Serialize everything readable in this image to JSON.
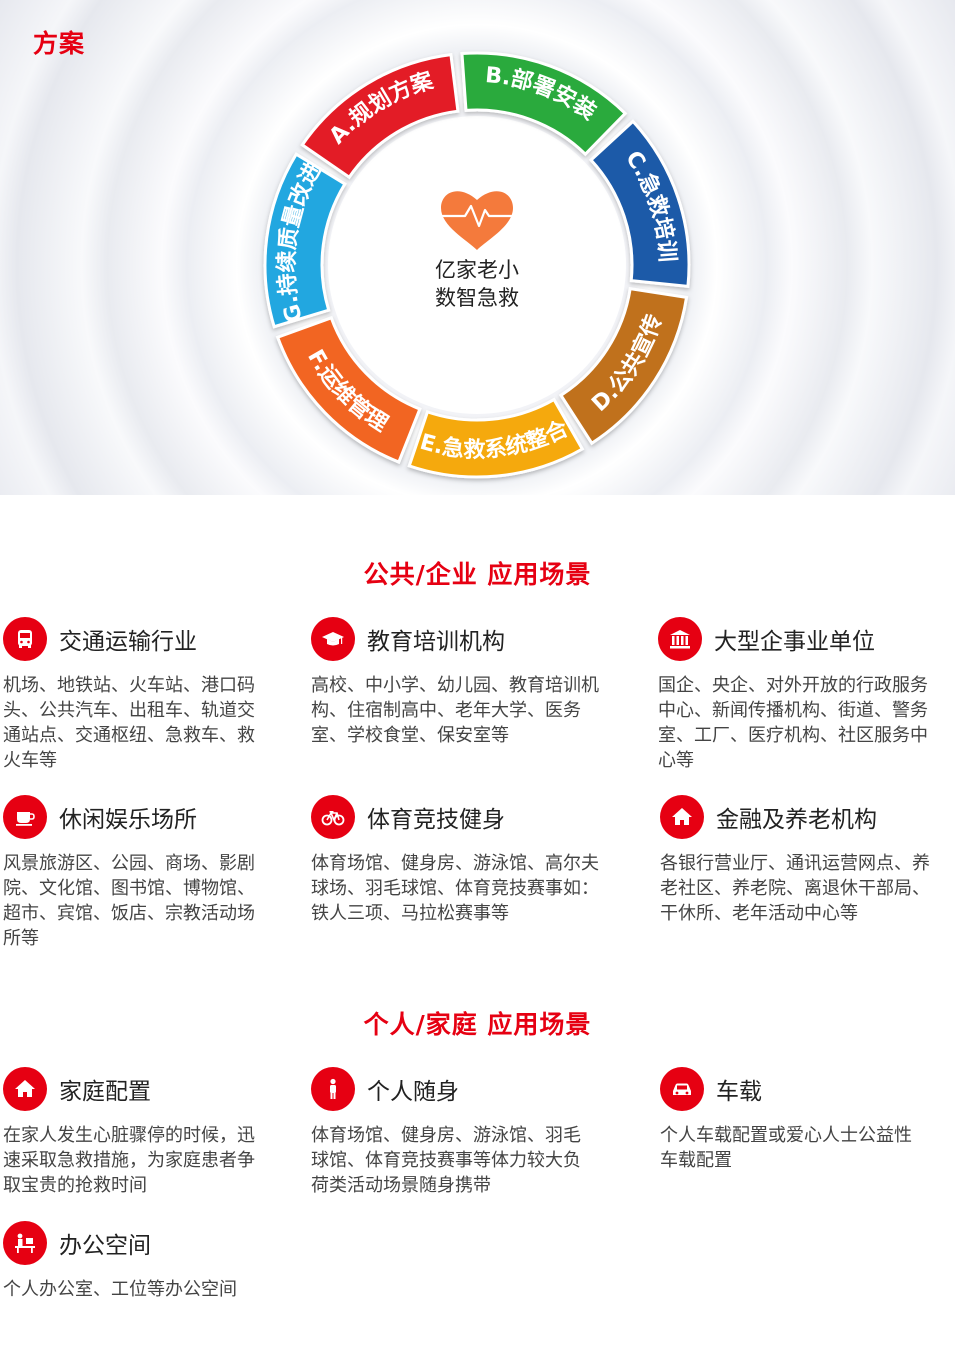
{
  "hero": {
    "title": "方案",
    "center_line1": "亿家老小",
    "center_line2": "数智急救",
    "segments": [
      {
        "label": "A.规划方案",
        "color": "#e31d25"
      },
      {
        "label": "B.部署安装",
        "color": "#2baa3c"
      },
      {
        "label": "C.急救培训",
        "color": "#1a5aa8"
      },
      {
        "label": "D.公共宣传",
        "color": "#c0711d"
      },
      {
        "label": "E.急救系统整合",
        "color": "#f5a90e"
      },
      {
        "label": "F.运维管理",
        "color": "#f26522"
      },
      {
        "label": "G.持续质量改进",
        "color": "#22a7e0"
      }
    ],
    "icons": {
      "heart": "heartbeat-heart-icon"
    },
    "heart_color": "#f47a3c"
  },
  "public": {
    "title": "公共/企业 应用场景",
    "items": [
      {
        "icon": "bus-icon",
        "title": "交通运输行业",
        "desc": "机场、地铁站、火车站、港口码头、公共汽车、出租车、轨道交通站点、交通枢纽、急救车、救火车等"
      },
      {
        "icon": "graduation-cap-icon",
        "title": "教育培训机构",
        "desc": "高校、中小学、幼儿园、教育培训机构、住宿制高中、老年大学、医务室、学校食堂、保安室等"
      },
      {
        "icon": "government-building-icon",
        "title": "大型企事业单位",
        "desc": "国企、央企、对外开放的行政服务中心、新闻传播机构、街道、警务室、工厂、医疗机构、社区服务中心等"
      },
      {
        "icon": "coffee-cup-icon",
        "title": "休闲娱乐场所",
        "desc": "风景旅游区、公园、商场、影剧院、文化馆、图书馆、博物馆、超市、宾馆、饭店、宗教活动场所等"
      },
      {
        "icon": "bicycle-icon",
        "title": "体育竞技健身",
        "desc": "体育场馆、健身房、游泳馆、高尔夫球场、羽毛球馆、体育竞技赛事如：铁人三项、马拉松赛事等"
      },
      {
        "icon": "home-icon",
        "title": "金融及养老机构",
        "desc": "各银行营业厅、通讯运营网点、养老社区、养老院、离退休干部局、干休所、老年活动中心等"
      }
    ]
  },
  "personal": {
    "title": "个人/家庭 应用场景",
    "items": [
      {
        "icon": "home-icon",
        "title": "家庭配置",
        "desc": "在家人发生心脏骤停的时候，迅速采取急救措施，为家庭患者争取宝贵的抢救时间"
      },
      {
        "icon": "person-icon",
        "title": "个人随身",
        "desc": "体育场馆、健身房、游泳馆、羽毛球馆、体育竞技赛事等体力较大负荷类活动场景随身携带"
      },
      {
        "icon": "car-icon",
        "title": "车载",
        "desc": "个人车载配置或爱心人士公益性车载配置"
      },
      {
        "icon": "office-desk-icon",
        "title": "办公空间",
        "desc": "个人办公室、工位等办公空间"
      }
    ]
  },
  "colors": {
    "accent": "#e60012"
  }
}
